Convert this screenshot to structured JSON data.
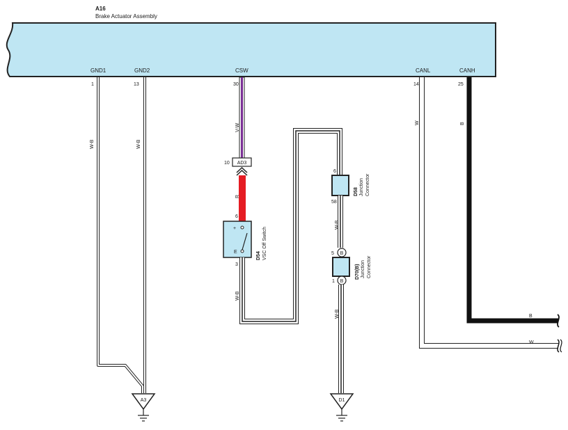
{
  "title": {
    "code": "A16",
    "name": "Brake Actuator Assembly"
  },
  "pins": {
    "gnd1": {
      "name": "GND1",
      "num": "1"
    },
    "gnd2": {
      "name": "GND2",
      "num": "13"
    },
    "csw": {
      "name": "CSW",
      "num": "30"
    },
    "canl": {
      "name": "CANL",
      "num": "14"
    },
    "canh": {
      "name": "CANH",
      "num": "25"
    }
  },
  "wires": {
    "gnd1": "W-B",
    "gnd2": "W-B",
    "csw": "V-W",
    "red": "R",
    "d54_out": "W-B",
    "d58_out": "W-B",
    "d70_out": "W-B",
    "canl": "W",
    "canh": "B",
    "canh_right": "B",
    "canl_right": "W"
  },
  "ad3": {
    "code": "AD3",
    "pin": "10"
  },
  "d54": {
    "code": "D54",
    "name": "VSC Off Switch",
    "pin_top": "6",
    "pin_bottom": "3",
    "plus": "+",
    "e": "E"
  },
  "d58": {
    "code": "D58",
    "name1": "Junction",
    "name2": "Connector",
    "pin_top": "6",
    "pin_bottom": "58"
  },
  "d70": {
    "code": "D70(B)",
    "name1": "Junction",
    "name2": "Connector",
    "pin_top": "5",
    "pin_bottom": "1",
    "badge": "B"
  },
  "grounds": {
    "a3": "A3",
    "d1": "D1"
  },
  "colors": {
    "panel": "#bfe6f3",
    "violet": "#7a2f95",
    "red": "#e51c23",
    "switch": "#bfe6f3"
  }
}
